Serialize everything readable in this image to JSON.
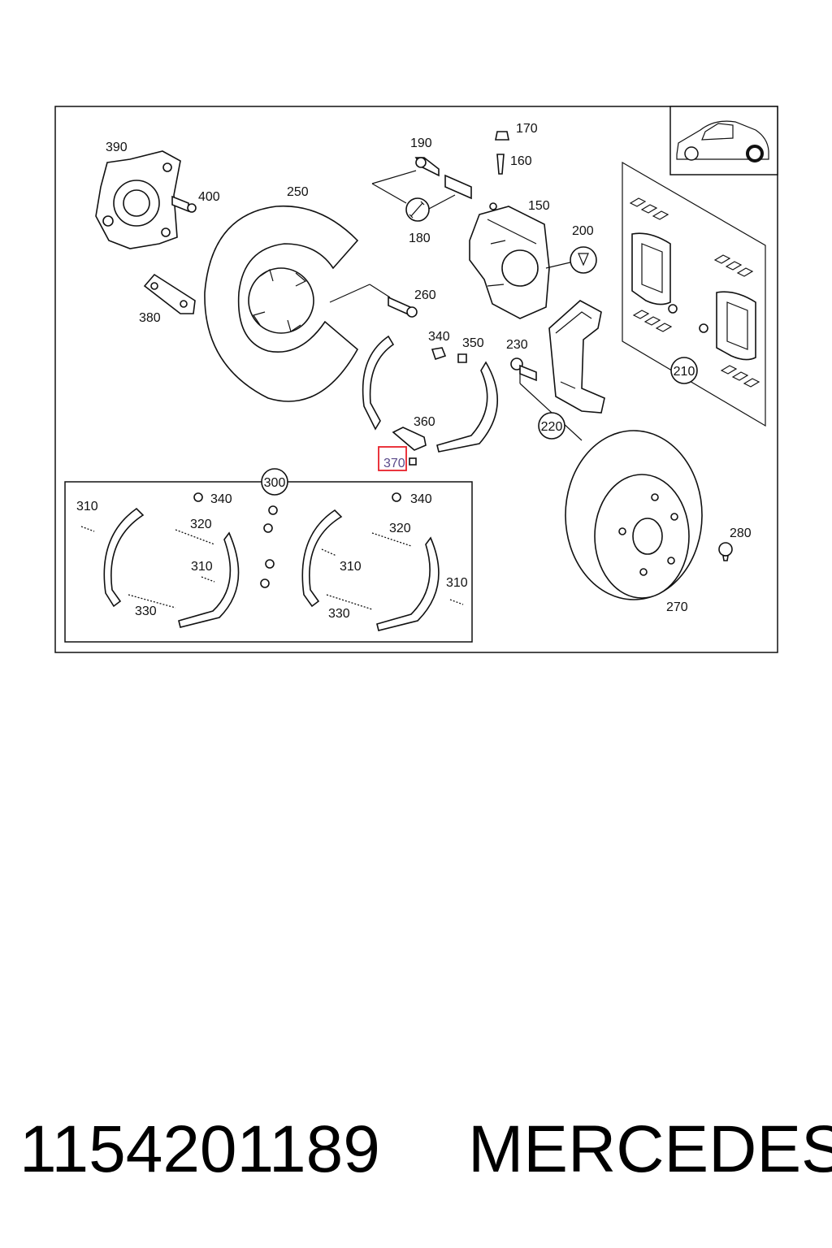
{
  "diagram": {
    "labels": {
      "p170": "170",
      "p160": "160",
      "p190": "190",
      "p180": "180",
      "p150": "150",
      "p200": "200",
      "p390": "390",
      "p400": "400",
      "p250": "250",
      "p380": "380",
      "p260": "260",
      "p340a": "340",
      "p350": "350",
      "p230": "230",
      "p360": "360",
      "p370": "370",
      "p210": "210",
      "p220": "220",
      "p300": "300",
      "p310a": "310",
      "p310b": "310",
      "p310c": "310",
      "p310d": "310",
      "p320a": "320",
      "p320b": "320",
      "p330a": "330",
      "p330b": "330",
      "p340b": "340",
      "p340c": "340",
      "p280": "280",
      "p270": "270"
    },
    "highlighted_part": "370",
    "highlight_color": "#e8202a",
    "line_color": "#111111"
  },
  "caption": {
    "part_number": "1154201189",
    "brand": "MERCEDES"
  }
}
